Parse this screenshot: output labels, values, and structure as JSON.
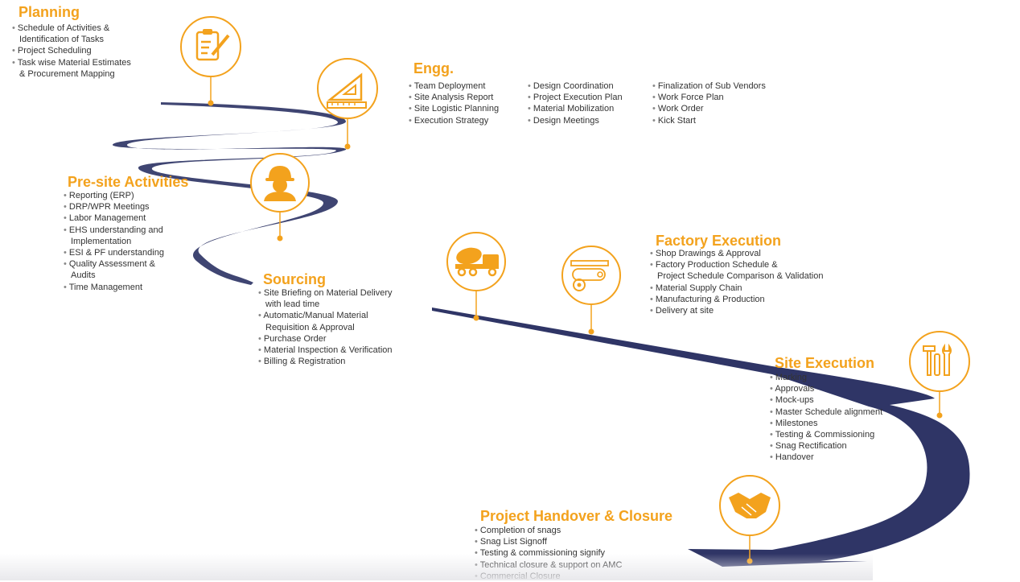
{
  "colors": {
    "accent": "#f3a21d",
    "road": "#2f3566",
    "text": "#333333"
  },
  "stages": {
    "planning": {
      "title": "Planning",
      "icon": "clipboard-pen-icon",
      "items": [
        "Schedule of Activities &",
        "Identification of Tasks",
        "Project Scheduling",
        "Task wise Material Estimates",
        "& Procurement Mapping"
      ]
    },
    "engg": {
      "title": "Engg.",
      "icon": "set-square-ruler-icon",
      "col1": [
        "Team Deployment",
        "Site Analysis Report",
        "Site Logistic Planning",
        "Execution Strategy"
      ],
      "col2": [
        "Design Coordination",
        "Project Execution Plan",
        "Material Mobilization",
        "Design Meetings"
      ],
      "col3": [
        "Finalization of Sub Vendors",
        "Work Force Plan",
        "Work Order",
        "Kick Start"
      ]
    },
    "presite": {
      "title": "Pre-site Activities",
      "icon": "worker-helmet-icon",
      "items": [
        "Reporting (ERP)",
        "DRP/WPR Meetings",
        "Labor Management",
        "EHS understanding and",
        "Implementation",
        "ESI & PF understanding",
        "Quality Assessment &",
        "Audits",
        "Time Management"
      ]
    },
    "sourcing": {
      "title": "Sourcing",
      "icon": "concrete-mixer-truck-icon",
      "items": [
        "Site Briefing on Material Delivery",
        "with lead time",
        "Automatic/Manual Material",
        "Requisition & Approval",
        "Purchase Order",
        "Material Inspection & Verification",
        "Billing & Registration"
      ]
    },
    "factory": {
      "title": "Factory Execution",
      "icon": "conveyor-gear-icon",
      "items": [
        "Shop Drawings & Approval",
        "Factory Production Schedule &",
        "Project Schedule Comparison & Validation",
        "Material Supply Chain",
        "Manufacturing & Production",
        "Delivery at site"
      ]
    },
    "site": {
      "title": "Site Execution",
      "icon": "tools-icon",
      "items": [
        "Marking",
        "Approvals",
        "Mock-ups",
        "Master Schedule alignment",
        "Milestones",
        "Testing & Commissioning",
        "Snag Rectification",
        "Handover"
      ]
    },
    "handover": {
      "title": "Project Handover & Closure",
      "icon": "handshake-icon",
      "items": [
        "Completion of snags",
        "Snag List Signoff",
        "Testing & commissioning signify",
        "Technical closure & support on AMC",
        "Commercial Closure"
      ]
    }
  }
}
